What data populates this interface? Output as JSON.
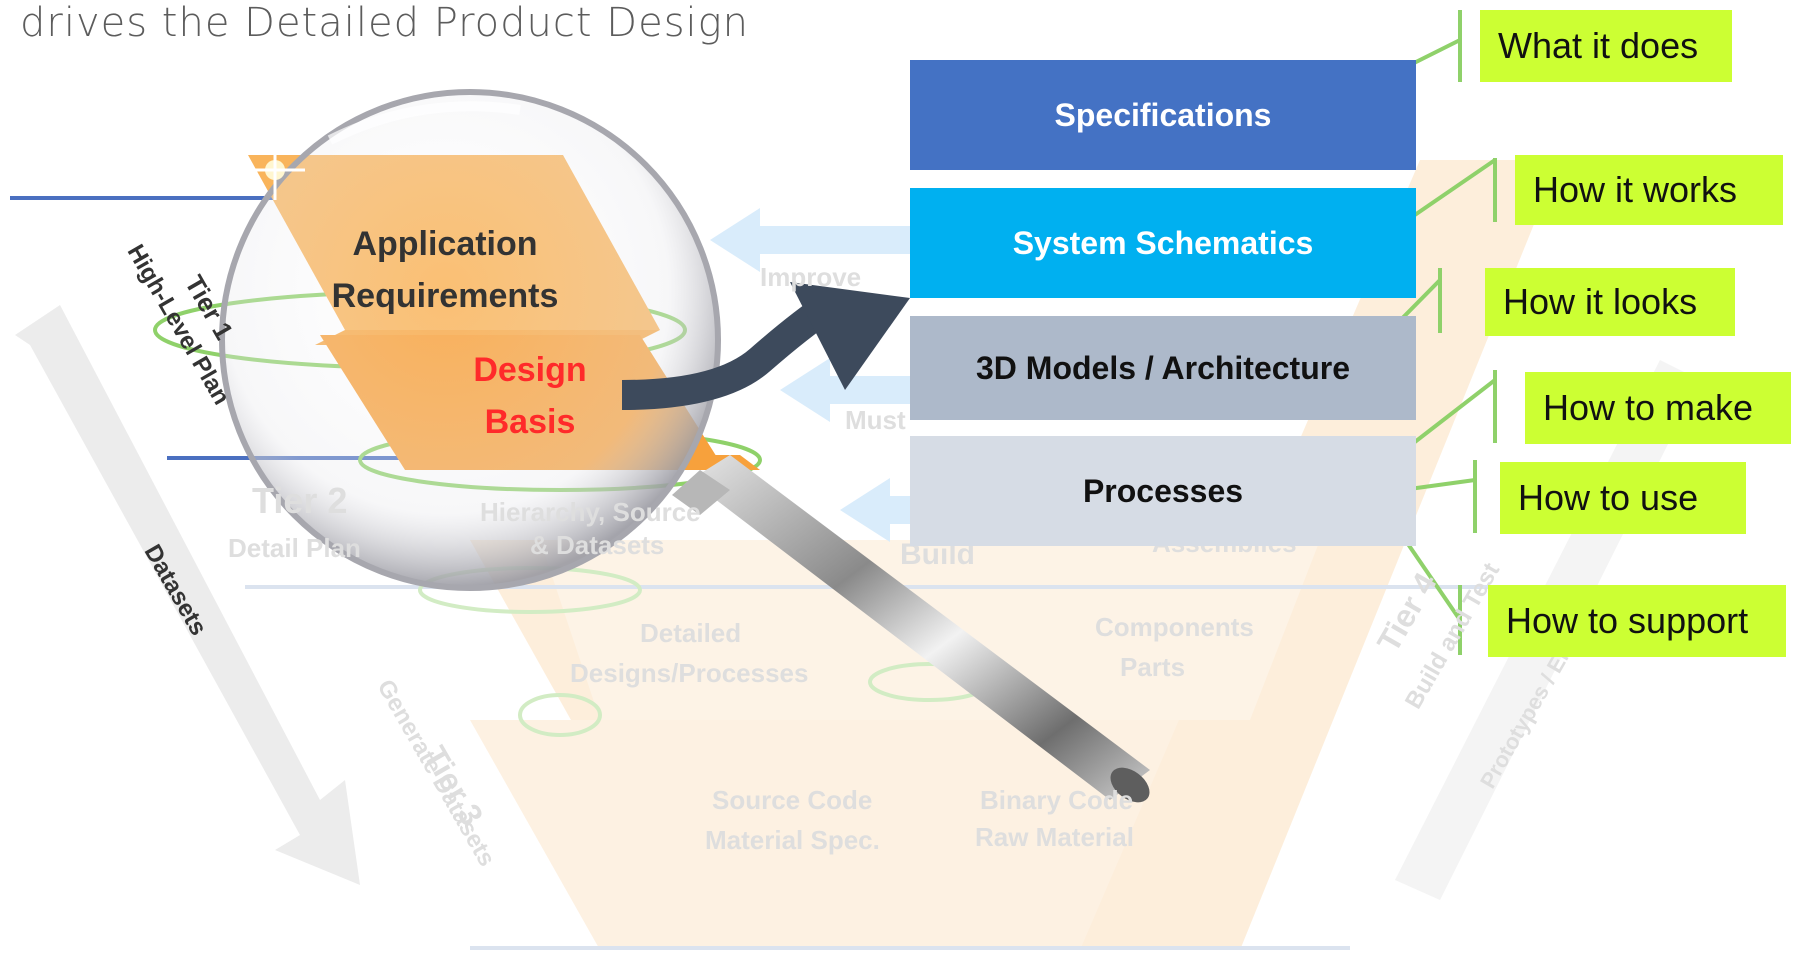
{
  "title": "drives the Detailed Product Design",
  "stack": {
    "specifications": "Specifications",
    "system_schematics": "System Schematics",
    "models_architecture": "3D Models / Architecture",
    "processes": "Processes"
  },
  "callouts": {
    "what_it_does": "What it does",
    "how_it_works": "How it works",
    "how_it_looks": "How it looks",
    "how_to_make": "How to make",
    "how_to_use": "How to use",
    "how_to_support": "How to support"
  },
  "lens": {
    "application_line1": "Application",
    "application_line2": "Requirements",
    "design_line1": "Design",
    "design_line2": "Basis"
  },
  "tier1": {
    "name": "Tier 1",
    "sub": "High-Level Plan"
  },
  "datasets": "Datasets",
  "tier2": {
    "name": "Tier 2",
    "sub": "Detail Plan"
  },
  "hierarchy": {
    "line1": "Hierarchy, Source",
    "line2": "& Datasets"
  },
  "detailed": {
    "line1": "Detailed",
    "line2": "Designs/Processes"
  },
  "tier3": {
    "name": "Tier 3",
    "sub": "Generate Datasets"
  },
  "source_code": {
    "line1": "Source  Code",
    "line2": "Material Spec."
  },
  "binary_code": {
    "line1": "Binary  Code",
    "line2": "Raw Material"
  },
  "components": {
    "line1": "Components",
    "line2": "Parts"
  },
  "assemblies": "Assemblies",
  "tier4": {
    "name": "Tier 4",
    "sub": "Build and Test"
  },
  "prototypes": "Prototypes / End-Item",
  "arrows": {
    "improve": "Improve",
    "must": "Must",
    "build": "Build"
  },
  "colors": {
    "specifications": "#4472c4",
    "system_schematics": "#00b0f0",
    "models_architecture": "#adb9ca",
    "processes": "#d6dce5",
    "callout": "#ccff33",
    "lens_orange": "#f7a948",
    "design_basis_red": "#ff2a2a"
  }
}
